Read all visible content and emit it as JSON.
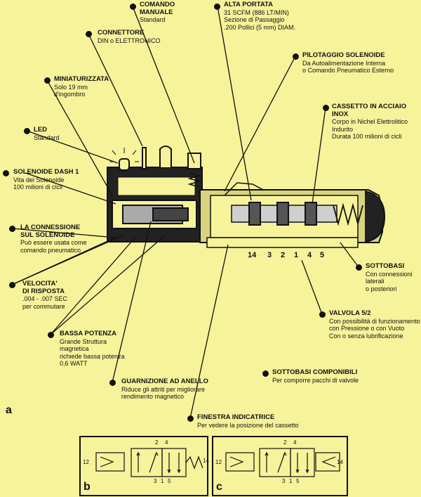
{
  "callouts": [
    {
      "id": "comando-manuale",
      "lines": [
        "COMANDO",
        "MANUALE",
        "Standard"
      ],
      "title_lines": 2
    },
    {
      "id": "alta-portata",
      "lines": [
        "ALTA PORTATA",
        "31 SCFM (886 LT/MIN)",
        "Sezione di Passaggio",
        ".200 Pollici (5 mm) DIAM."
      ],
      "title_lines": 1
    },
    {
      "id": "connettore",
      "lines": [
        "CONNETTORE",
        "DIN o ELETTRONICO"
      ],
      "title_lines": 1
    },
    {
      "id": "pilotaggio",
      "lines": [
        "PILOTAGGIO SOLENOIDE",
        "Da Autoalimentazione Interna",
        "o Comando Pneumatico Esterno"
      ],
      "title_lines": 1
    },
    {
      "id": "miniaturizzata",
      "lines": [
        "MINIATURIZZATA",
        "Solo 19 mm",
        "d'ingombro"
      ],
      "title_lines": 1
    },
    {
      "id": "cassetto",
      "lines": [
        "CASSETTO IN ACCIAIO INOX",
        "Corpo in Nichel Elettrolitico",
        "Indurito",
        "Durata 100 milioni di cicli"
      ],
      "title_lines": 1
    },
    {
      "id": "led",
      "lines": [
        "LED",
        "Standard"
      ],
      "title_lines": 1
    },
    {
      "id": "solenoide",
      "lines": [
        "SOLENOIDE DASH 1",
        "Vita del Solenoide",
        "100 milioni di cicli"
      ],
      "title_lines": 1
    },
    {
      "id": "connessione",
      "lines": [
        "LA CONNESSIONE",
        "SUL SOLENOIDE",
        "Può essere usata come",
        "comando pneumatico"
      ],
      "title_lines": 2
    },
    {
      "id": "velocita",
      "lines": [
        "VELOCITA'",
        "DI RISPOSTA",
        ".004 - .007 SEC",
        "per commutare"
      ],
      "title_lines": 2
    },
    {
      "id": "sottobasi",
      "lines": [
        "SOTTOBASI",
        "Con connessioni",
        "laterali",
        "o posteriori"
      ],
      "title_lines": 1
    },
    {
      "id": "valvola",
      "lines": [
        "VALVOLA 5/2",
        "Con possibilità di funzionamento",
        "con Pressione o con Vuoto",
        "Con  o senza lubrificazione"
      ],
      "title_lines": 1
    },
    {
      "id": "bassa-potenza",
      "lines": [
        "BASSA POTENZA",
        "Grande Struttura",
        "magnetica",
        "richiede bassa potenza",
        "0,6 WATT"
      ],
      "title_lines": 1
    },
    {
      "id": "guarnizione",
      "lines": [
        "GUARNIZIONE AD ANELLO",
        "Riduce gli attriti per migliorare",
        "rendimento magnetico"
      ],
      "title_lines": 1
    },
    {
      "id": "sottobasi-componibili",
      "lines": [
        "SOTTOBASI COMPONIBILI",
        "Per comporre pacchi di valvole"
      ],
      "title_lines": 1
    },
    {
      "id": "finestra",
      "lines": [
        "FINESTRA INDICATRICE",
        "Per vedere la posizione del cassetto"
      ],
      "title_lines": 1
    }
  ],
  "ports": [
    "14",
    "3",
    "2",
    "1",
    "4",
    "5"
  ],
  "figure_labels": {
    "a": "a",
    "b": "b",
    "c": "c"
  },
  "schematic_labels": {
    "p12": "12",
    "p14": "14",
    "p2": "2",
    "p4": "4",
    "p3": "3",
    "p1": "1",
    "p5": "5"
  }
}
